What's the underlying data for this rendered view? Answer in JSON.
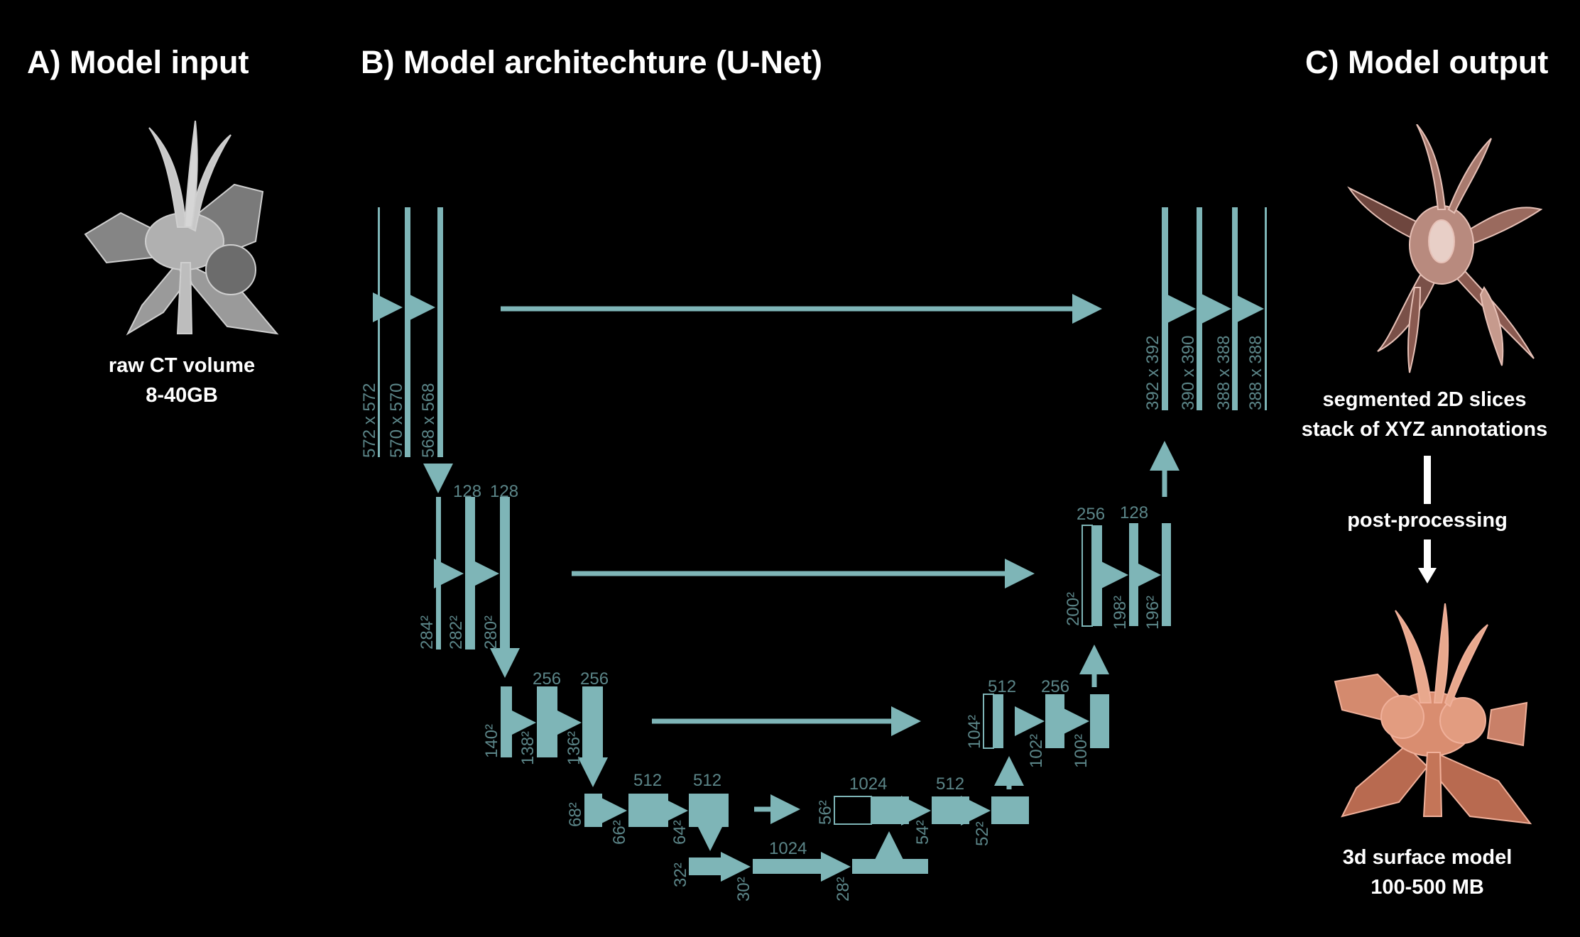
{
  "headings": {
    "input": "A) Model input",
    "architecture": "B) Model architechture (U-Net)",
    "output": "C) Model output"
  },
  "input": {
    "caption_line1": "raw CT volume",
    "caption_line2": "8-40GB",
    "image": "grey flower CT render"
  },
  "output": {
    "caption1_line1": "segmented 2D slices",
    "caption1_line2": "stack of XYZ annotations",
    "step_label": "post-processing",
    "caption2_line1": "3d surface model",
    "caption2_line2": "100-500 MB",
    "image1": "segmented flower slices render",
    "image2": "3d flower surface render"
  },
  "unet": {
    "color": "#7eb5b7",
    "label_color": "#5b8588",
    "level1": {
      "s1": "572 x 572",
      "s2": "570 x 570",
      "s3": "568 x 568"
    },
    "level2": {
      "c1": "128",
      "c2": "128",
      "s1": "284²",
      "s2": "282²",
      "s3": "280²"
    },
    "level3": {
      "c1": "256",
      "c2": "256",
      "s1": "140²",
      "s2": "138²",
      "s3": "136²"
    },
    "level4": {
      "c1": "512",
      "c2": "512",
      "s1": "68²",
      "s2": "66²",
      "s3": "64²"
    },
    "bottom": {
      "c": "1024",
      "s1": "32²",
      "s2": "30²",
      "s3": "28²"
    },
    "up4": {
      "c1": "1024",
      "c2": "512",
      "s1": "56²",
      "s2": "54²",
      "s3": "52²"
    },
    "up3": {
      "c1": "512",
      "c2": "256",
      "s1": "104²",
      "s2": "102²",
      "s3": "100²"
    },
    "up2": {
      "c1": "256",
      "c2": "128",
      "s1": "200²",
      "s2": "198²",
      "s3": "196²"
    },
    "up1": {
      "s1": "392 x 392",
      "s2": "390 x 390",
      "s3": "388 x 388",
      "s4": "388 x 388"
    }
  }
}
